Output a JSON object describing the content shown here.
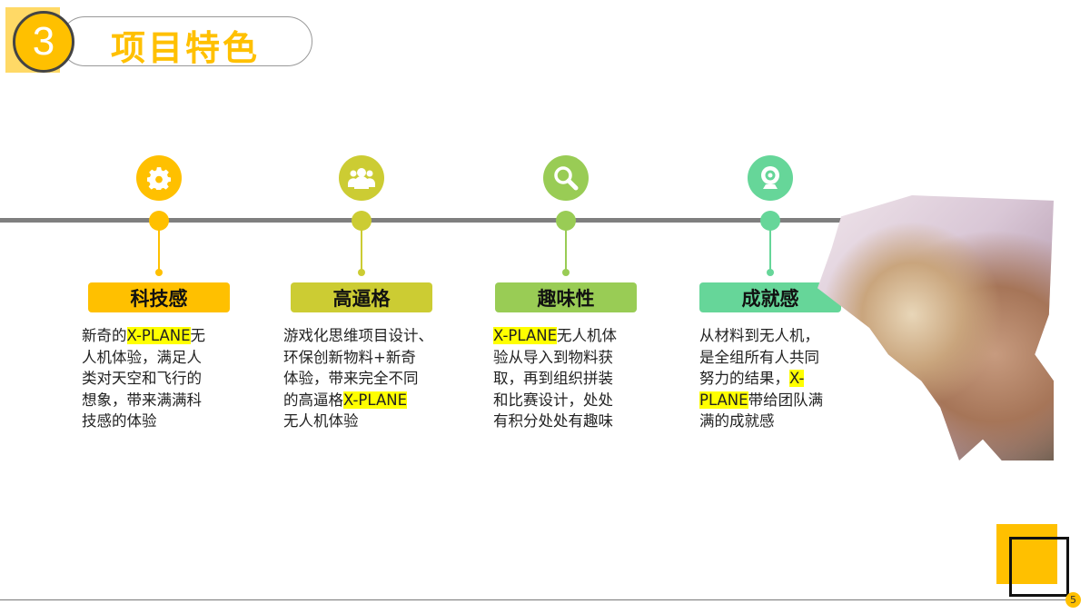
{
  "header": {
    "number": "3",
    "title": "项目特色"
  },
  "features": [
    {
      "title": "科技感",
      "icon": "gear-icon",
      "color": "#ffc000",
      "lines": [
        [
          "新奇的",
          "X-PLANE",
          "无"
        ],
        [
          "人机体验，满足人"
        ],
        [
          "类对天空和飞行的"
        ],
        [
          "想象，带来满满科"
        ],
        [
          "技感的体验"
        ]
      ]
    },
    {
      "title": "高逼格",
      "icon": "users-icon",
      "color": "#cccc33",
      "lines": [
        [
          "游戏化思维项目设计、"
        ],
        [
          "环保创新物料+新奇"
        ],
        [
          "体验，带来完全不同"
        ],
        [
          "的高逼格",
          "X-PLANE"
        ],
        [
          "无人机体验"
        ]
      ]
    },
    {
      "title": "趣味性",
      "icon": "search-icon",
      "color": "#99cc55",
      "lines": [
        [
          "",
          "X-PLANE",
          "无人机体"
        ],
        [
          "验从导入到物料获"
        ],
        [
          "取，再到组织拼装"
        ],
        [
          "和比赛设计，处处"
        ],
        [
          "有积分处处有趣味"
        ]
      ]
    },
    {
      "title": "成就感",
      "icon": "webcam-icon",
      "color": "#66d699",
      "lines": [
        [
          "从材料到无人机，"
        ],
        [
          "是全组所有人共同"
        ],
        [
          "努力的结果，",
          "X-"
        ],
        [
          "",
          "PLANE",
          "带给团队满"
        ],
        [
          "满的成就感"
        ]
      ]
    }
  ],
  "page_number": "5"
}
